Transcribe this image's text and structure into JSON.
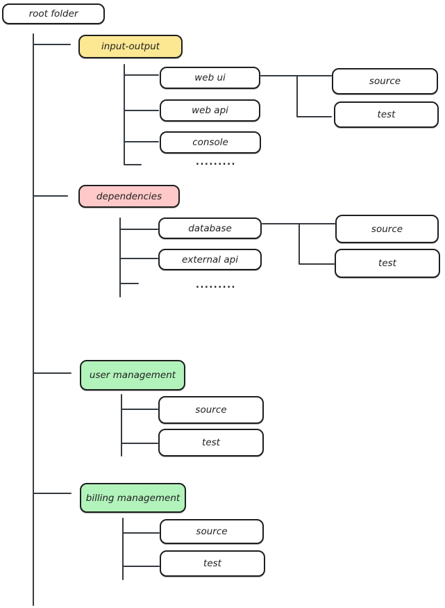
{
  "diagram": {
    "type": "folder-tree",
    "style": "hand-drawn (excalidraw-like)"
  },
  "colors": {
    "stroke": "#1e1e1e",
    "connector": "#343a40",
    "node_default_bg": "#ffffff",
    "input_output_bg": "#fce893",
    "dependencies_bg": "#ffc9c9",
    "management_bg": "#b2f2bb"
  },
  "nodes": {
    "root": {
      "label": "root folder"
    },
    "io": {
      "label": "input-output"
    },
    "io_web_ui": {
      "label": "web ui"
    },
    "io_web_api": {
      "label": "web api"
    },
    "io_console": {
      "label": "console"
    },
    "io_dots": {
      "label": "........."
    },
    "io_source": {
      "label": "source"
    },
    "io_test": {
      "label": "test"
    },
    "dep": {
      "label": "dependencies"
    },
    "dep_database": {
      "label": "database"
    },
    "dep_external_api": {
      "label": "external api"
    },
    "dep_dots": {
      "label": "........."
    },
    "dep_source": {
      "label": "source"
    },
    "dep_test": {
      "label": "test"
    },
    "um": {
      "label": "user management"
    },
    "um_source": {
      "label": "source"
    },
    "um_test": {
      "label": "test"
    },
    "bm": {
      "label": "billing management"
    },
    "bm_source": {
      "label": "source"
    },
    "bm_test": {
      "label": "test"
    }
  }
}
